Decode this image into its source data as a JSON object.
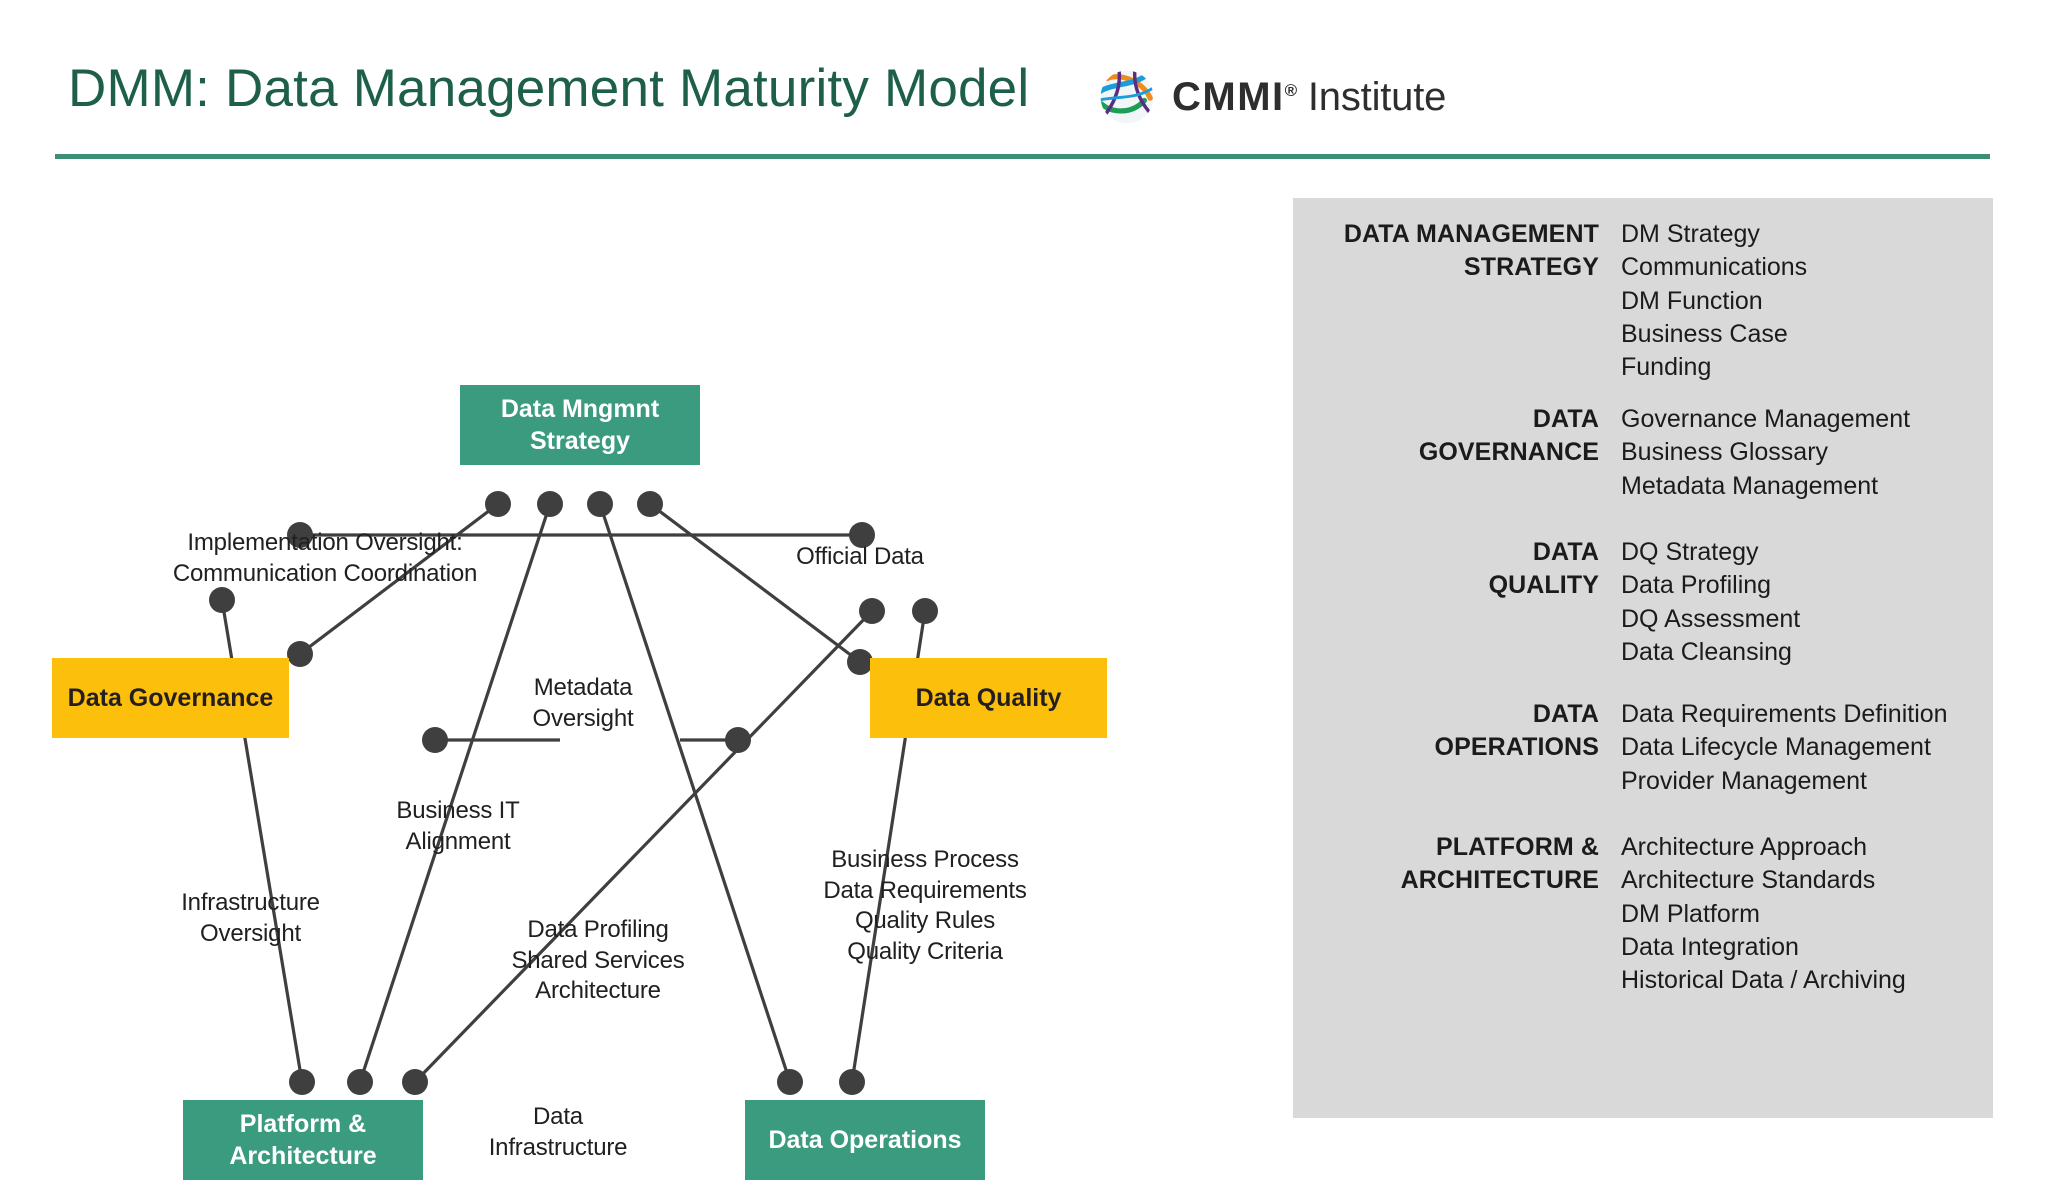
{
  "header": {
    "title": "DMM: Data Management Maturity Model",
    "brand_bold": "CMMI",
    "brand_sup": "®",
    "brand_reg": "Institute",
    "logo_icon": "cmmi-globe-icon",
    "rule_color": "#3d8f74",
    "title_color": "#1d5f4a"
  },
  "diagram": {
    "colors": {
      "green": "#3b9b7f",
      "yellow": "#fcbf0c",
      "connector": "#3f3f3f",
      "line": "#3f3f3f"
    },
    "nodes": [
      {
        "id": "data-mngmnt-strategy",
        "label": "Data Mngmnt\nStrategy",
        "style": "green"
      },
      {
        "id": "data-governance",
        "label": "Data\nGovernance",
        "style": "yellow"
      },
      {
        "id": "data-quality",
        "label": "Data\nQuality",
        "style": "yellow"
      },
      {
        "id": "platform-architecture",
        "label": "Platform &\nArchitecture",
        "style": "green"
      },
      {
        "id": "data-operations",
        "label": "Data\nOperations",
        "style": "green"
      }
    ],
    "edge_labels": [
      {
        "id": "implementation-oversight",
        "text": "Implementation Oversight:\nCommunication Coordination"
      },
      {
        "id": "official-data",
        "text": "Official Data"
      },
      {
        "id": "metadata-oversight",
        "text": "Metadata\nOversight"
      },
      {
        "id": "business-it-alignment",
        "text": "Business IT\nAlignment"
      },
      {
        "id": "infrastructure-oversight",
        "text": "Infrastructure\nOversight"
      },
      {
        "id": "data-profiling-shared-services-architecture",
        "text": "Data Profiling\nShared Services\nArchitecture"
      },
      {
        "id": "business-process-quality",
        "text": "Business Process\nData Requirements\nQuality Rules\nQuality Criteria"
      },
      {
        "id": "data-infrastructure",
        "text": "Data\nInfrastructure"
      }
    ]
  },
  "side_panel": {
    "background": "#d9d9d9",
    "groups": [
      {
        "category": "DATA MANAGEMENT\nSTRATEGY",
        "items": [
          "DM Strategy",
          "Communications",
          "DM Function",
          "Business Case",
          "Funding"
        ]
      },
      {
        "category": "DATA\nGOVERNANCE",
        "items": [
          "Governance Management",
          "Business Glossary",
          "Metadata Management"
        ]
      },
      {
        "category": "DATA\nQUALITY",
        "items": [
          "DQ Strategy",
          "Data Profiling",
          "DQ Assessment",
          "Data Cleansing"
        ]
      },
      {
        "category": "DATA\nOPERATIONS",
        "items": [
          "Data Requirements Definition",
          "Data Lifecycle Management",
          "Provider Management"
        ]
      },
      {
        "category": "PLATFORM &\nARCHITECTURE",
        "items": [
          "Architecture Approach",
          "Architecture Standards",
          "DM Platform",
          "Data Integration",
          "Historical Data / Archiving"
        ]
      }
    ]
  }
}
